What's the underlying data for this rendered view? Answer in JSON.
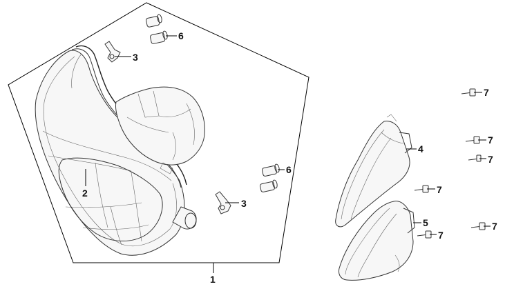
{
  "callouts": {
    "c1": "1",
    "c2": "2",
    "c3a": "3",
    "c3b": "3",
    "c4": "4",
    "c5": "5",
    "c6a": "6",
    "c6b": "6",
    "c7a": "7",
    "c7b": "7",
    "c7c": "7",
    "c7d": "7",
    "c7e": "7",
    "c7f": "7"
  },
  "colors": {
    "line": "#333333",
    "background": "#ffffff"
  }
}
